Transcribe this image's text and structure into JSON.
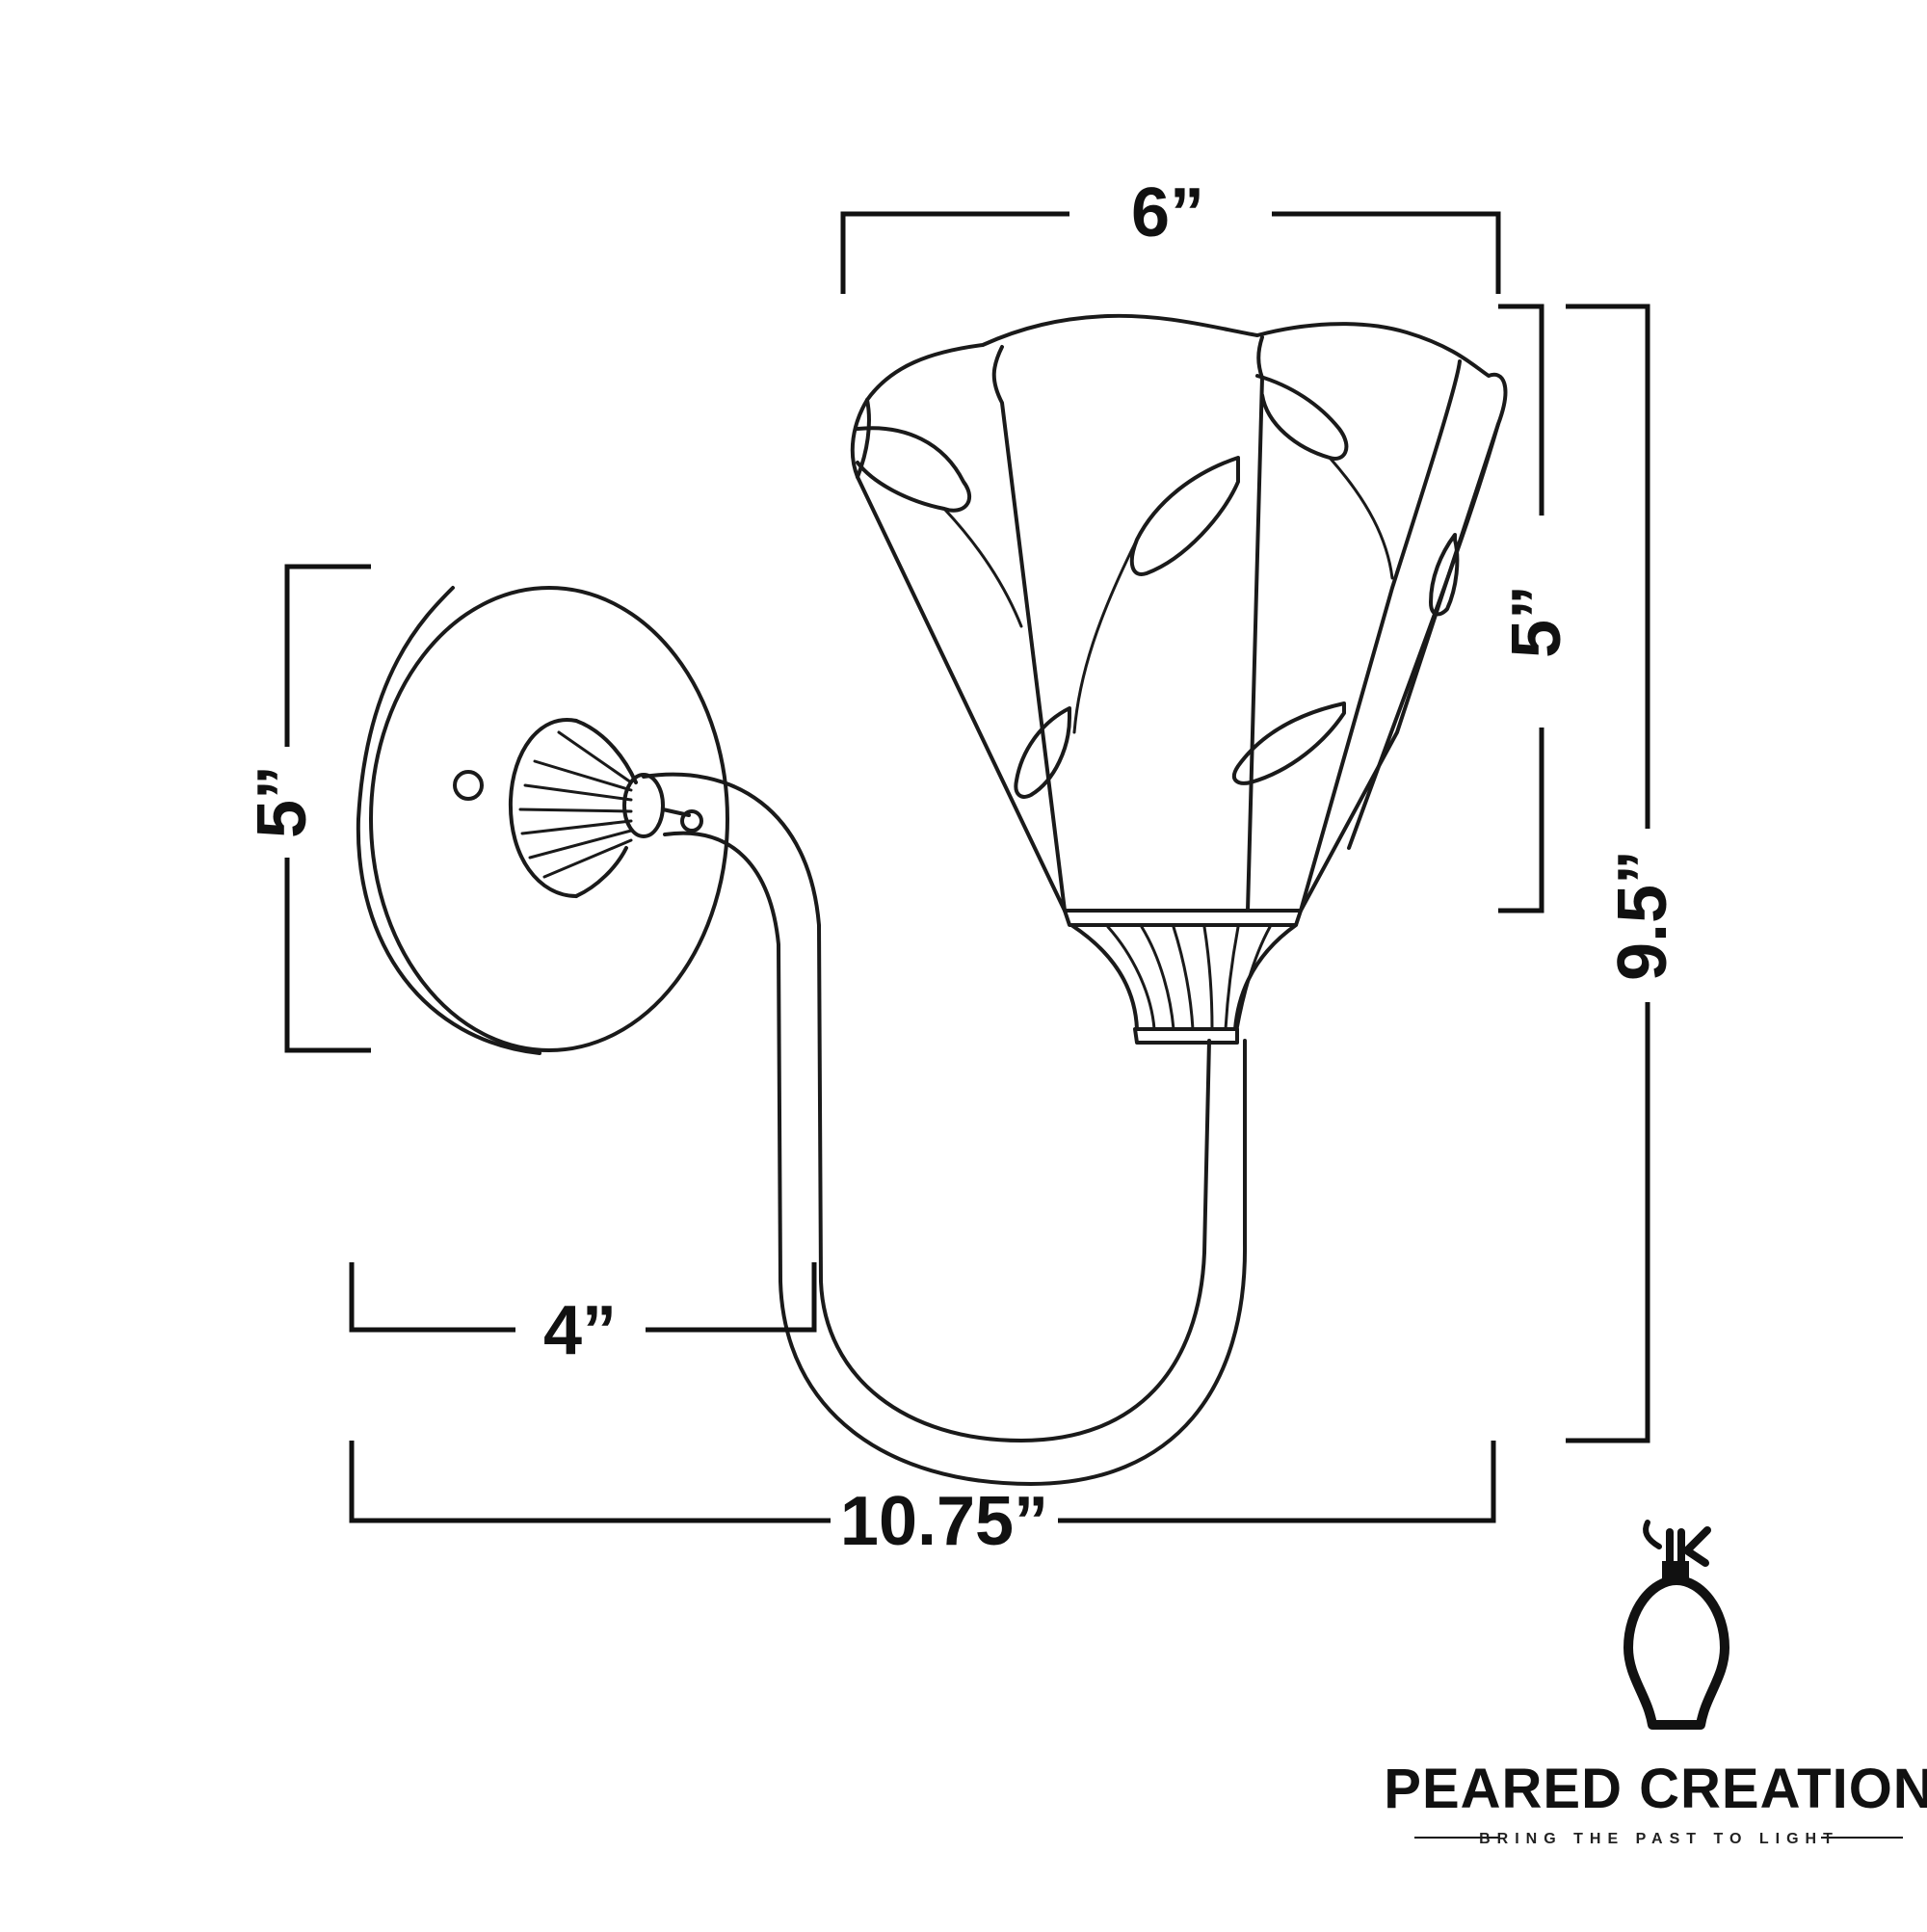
{
  "dimensions": {
    "shade_width": "6”",
    "shade_height": "5”",
    "total_height": "9.5”",
    "backplate_height": "5”",
    "backplate_depth": "4”",
    "total_depth": "10.75”"
  },
  "brand": {
    "name": "PEARED CREATION",
    "tagline": "BRING THE PAST TO LIGHT"
  },
  "colors": {
    "ink": "#111111",
    "background": "#ffffff"
  },
  "icons": {
    "logo": "lightbulb-logo-icon",
    "drawing": "wall-sconce-line-drawing"
  }
}
